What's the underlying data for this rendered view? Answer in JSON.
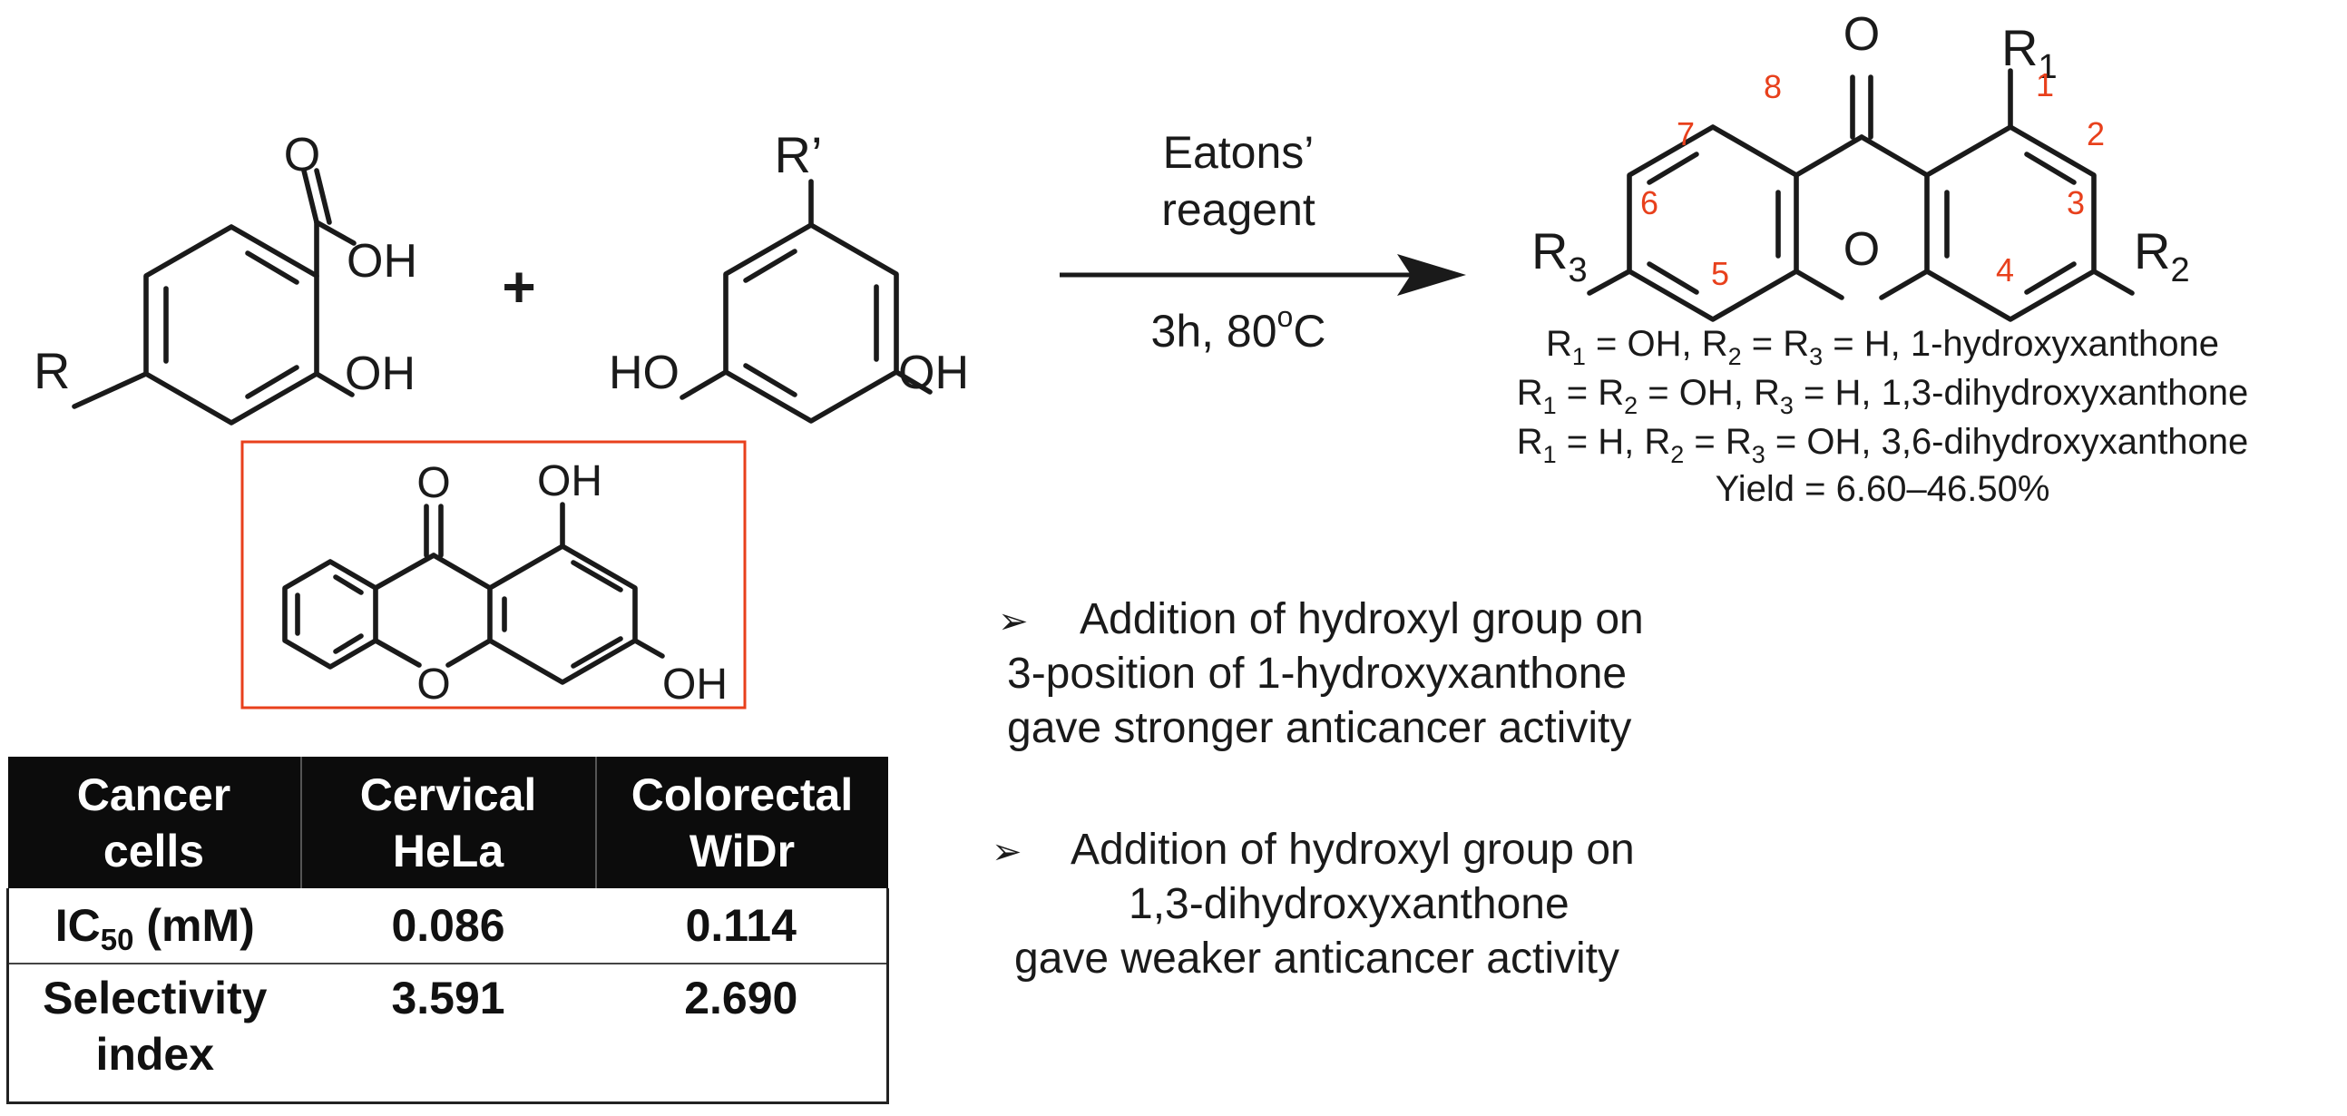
{
  "reaction": {
    "reagent_line1": "Eatons’",
    "reagent_line2": "reagent",
    "conditions": "3h, 80",
    "conditions_sup": "o",
    "conditions_unit": "C",
    "plus_sign": "+"
  },
  "reactant1": {
    "carbonyl_O": "O",
    "acid_OH": "OH",
    "phenol_OH": "OH",
    "substituent": "R"
  },
  "reactant2": {
    "substituent": "R’",
    "left_OH": "HO",
    "right_OH": "OH"
  },
  "product": {
    "carbonyl_O": "O",
    "ring_O": "O",
    "R1": {
      "base": "R",
      "sub": "1"
    },
    "R2": {
      "base": "R",
      "sub": "2"
    },
    "R3": {
      "base": "R",
      "sub": "3"
    },
    "positions": [
      "1",
      "2",
      "3",
      "4",
      "5",
      "6",
      "7",
      "8"
    ]
  },
  "highlight_compound": {
    "carbonyl_O": "O",
    "ring_O": "O",
    "top_OH": "OH",
    "bottom_OH": "OH",
    "border_color": "#e8401c"
  },
  "conditions_list": [
    {
      "parts": [
        "R",
        "1",
        " = OH, R",
        "2",
        " = R",
        "3",
        " = H, 1-hydroxyxanthone"
      ]
    },
    {
      "parts": [
        "R",
        "1",
        " = R",
        "2",
        " = OH, R",
        "3",
        " = H, 1,3-dihydroxyxanthone"
      ]
    },
    {
      "parts": [
        "R",
        "1",
        " = H, R",
        "2",
        " = R",
        "3",
        " = OH, 3,6-dihydroxyxanthone"
      ]
    }
  ],
  "yield_text": "Yield = 6.60–46.50%",
  "bullets": [
    {
      "marker": "➢",
      "lines": [
        "Addition of hydroxyl group on",
        "3-position of 1-hydroxyxanthone",
        "gave stronger anticancer activity"
      ]
    },
    {
      "marker": "➢",
      "lines": [
        "Addition of hydroxyl group on",
        "1,3-dihydroxyxanthone",
        "gave weaker anticancer activity"
      ]
    }
  ],
  "table": {
    "headers": [
      [
        "Cancer",
        "cells"
      ],
      [
        "Cervical",
        "HeLa"
      ],
      [
        "Colorectal",
        "WiDr"
      ]
    ],
    "rows": [
      {
        "label_main": "IC",
        "label_sub": "50",
        "label_rest": " (mM)",
        "values": [
          "0.086",
          "0.114"
        ]
      },
      {
        "label_lines": [
          "Selectivity",
          "index"
        ],
        "values": [
          "3.591",
          "2.690"
        ]
      }
    ]
  },
  "colors": {
    "accent": "#e8401c",
    "text": "#1a1a1a",
    "header_bg": "#0c0c0c",
    "header_text": "#ffffff"
  }
}
